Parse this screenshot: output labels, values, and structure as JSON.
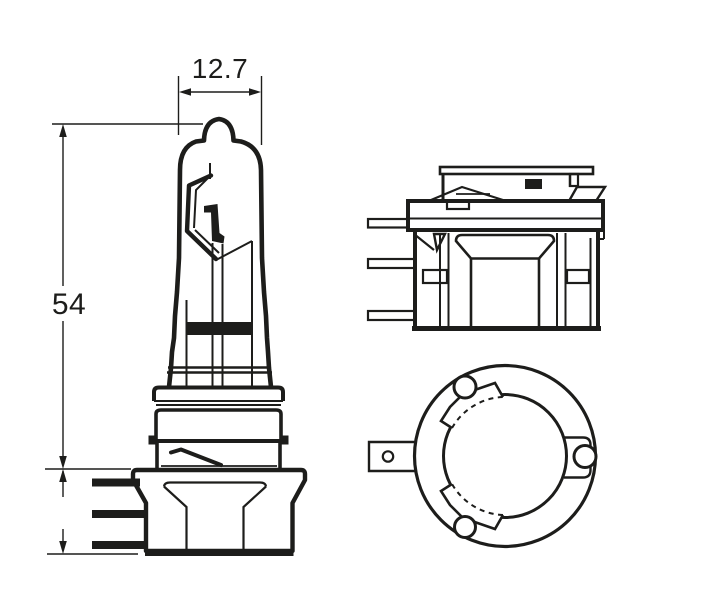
{
  "drawing": {
    "kind": "technical-line-drawing",
    "subject": "H15 halogen bulb - front view, side view and bottom view"
  },
  "dimensions": {
    "width": {
      "value": "12.7"
    },
    "height": {
      "value": "54"
    }
  },
  "colors": {
    "line": "#1d1d1b",
    "background": "#ffffff"
  }
}
